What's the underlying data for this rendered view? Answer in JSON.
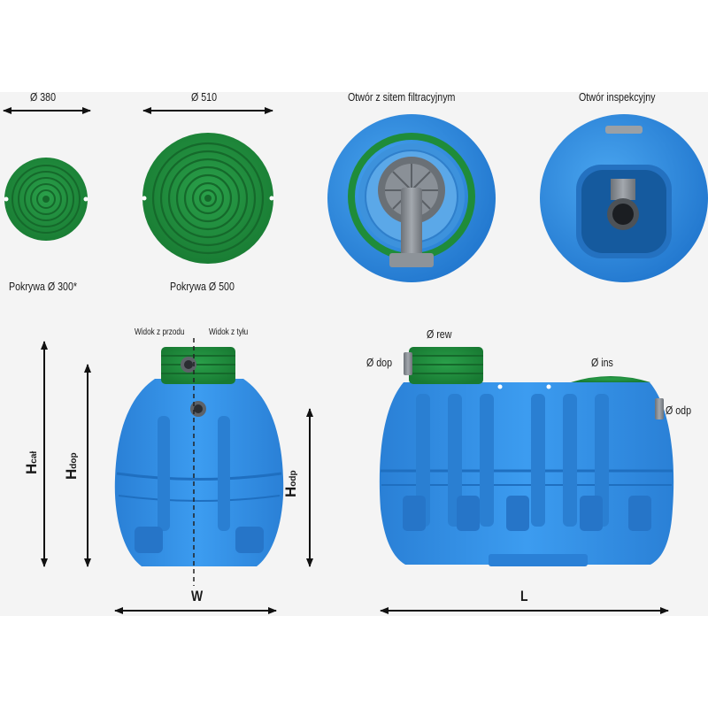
{
  "lids": {
    "small": {
      "dimension": "Ø 380",
      "caption": "Pokrywa Ø 300*"
    },
    "large": {
      "dimension": "Ø 510",
      "caption": "Pokrywa Ø 500"
    }
  },
  "openings": {
    "filter": {
      "title": "Otwór z sitem filtracyjnym"
    },
    "inspection": {
      "title": "Otwór inspekcyjny"
    }
  },
  "side_view": {
    "front_label": "Widok z przodu",
    "back_label": "Widok z tyłu",
    "width_label": "W",
    "h_total": {
      "main": "H",
      "sub": "cał"
    },
    "h_inlet": {
      "main": "H",
      "sub": "dop"
    },
    "h_outlet": {
      "main": "H",
      "sub": "odp"
    }
  },
  "long_view": {
    "inlet_label": "Ø dop",
    "revision_label": "Ø rew",
    "inspection_label": "Ø ins",
    "outlet_label": "Ø odp",
    "length_label": "L"
  },
  "colors": {
    "tank_blue": "#2f8fe0",
    "tank_blue_dark": "#1f6fc0",
    "lid_green": "#1f8c3a",
    "fitting_gray": "#8a8f96",
    "background_band": "#f4f4f4"
  }
}
